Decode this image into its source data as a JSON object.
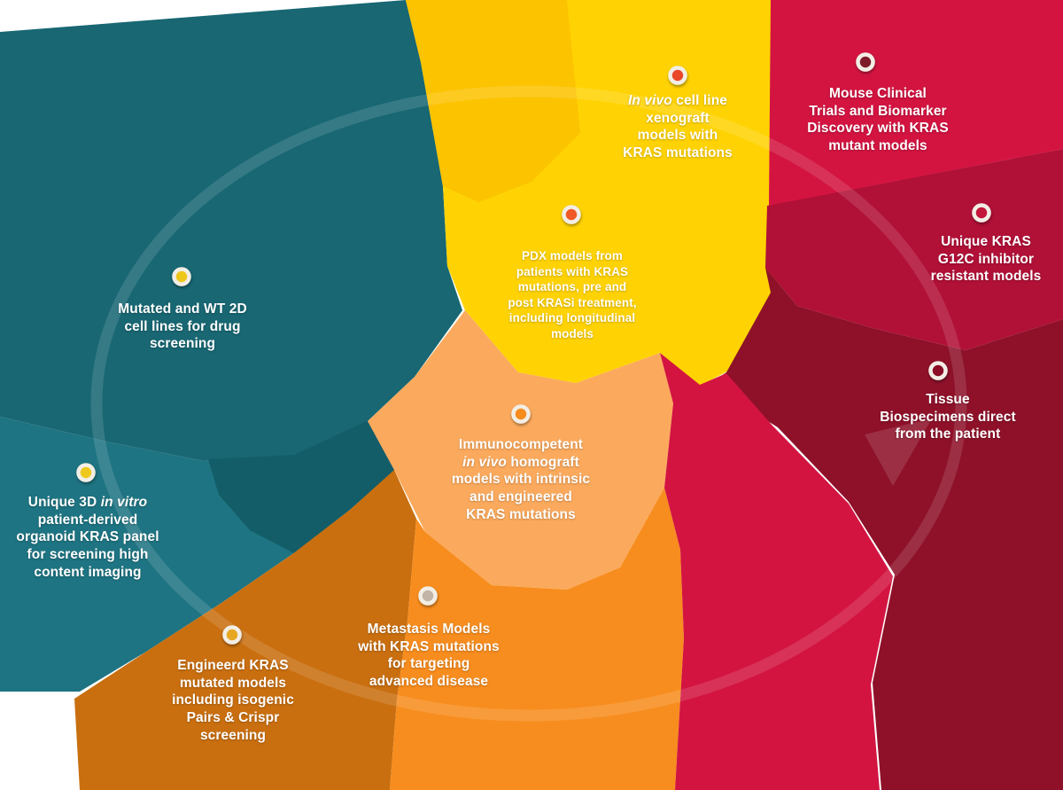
{
  "palette": {
    "teal": "#186773",
    "teal_light": "#1e7482",
    "teal_facet": "#135d69",
    "yellow": "#ffd303",
    "yellow_facet": "#fcc300",
    "peach": "#fbaa5d",
    "orange": "#f78d1e",
    "burnt_orange": "#c96f10",
    "crimson": "#d31441",
    "crimson_dark": "#b11037",
    "maroon": "#8e1129"
  },
  "arrow": {
    "color": "rgba(255,255,255,0.13)"
  },
  "items": [
    {
      "name": "in-vivo-xenograft",
      "dot_color": "#e8472b",
      "seg_pre": "",
      "seg_italic": "In vivo",
      "seg_post": " cell line\nxenograft\nmodels with\nKRAS mutations"
    },
    {
      "name": "mouse-clinical-trials",
      "dot_color": "#7e1b2a",
      "seg_pre": "Mouse Clinical\nTrials and Biomarker\nDiscovery with KRAS\nmutant models",
      "seg_italic": "",
      "seg_post": ""
    },
    {
      "name": "g12c-resistant-models",
      "dot_color": "#c31338",
      "seg_pre": "Unique KRAS\nG12C inhibitor\nresistant models",
      "seg_italic": "",
      "seg_post": ""
    },
    {
      "name": "tissue-biospecimens",
      "dot_color": "#8c1127",
      "seg_pre": "Tissue\nBiospecimens direct\nfrom the patient",
      "seg_italic": "",
      "seg_post": ""
    },
    {
      "name": "pdx-models",
      "dot_color": "#f05a28",
      "seg_pre": "PDX models from\npatients with KRAS\nmutations, pre and\npost KRASi treatment,\nincluding longitudinal\nmodels",
      "seg_italic": "",
      "seg_post": ""
    },
    {
      "name": "immunocompetent-homograft",
      "dot_color": "#f68c1e",
      "seg_pre": "Immunocompetent\n",
      "seg_italic": "in vivo",
      "seg_post": " homograft\nmodels with intrinsic\nand engineered\nKRAS mutations"
    },
    {
      "name": "2d-cell-lines",
      "dot_color": "#eec71f",
      "seg_pre": "Mutated and WT 2D\ncell lines for drug\nscreening",
      "seg_italic": "",
      "seg_post": ""
    },
    {
      "name": "3d-organoid-panel",
      "dot_color": "#eec81c",
      "seg_pre": "Unique 3D ",
      "seg_italic": "in vitro",
      "seg_post": "\npatient-derived\norganoid KRAS panel\nfor screening high\ncontent imaging"
    },
    {
      "name": "engineered-kras-models",
      "dot_color": "#e7a722",
      "seg_pre": "Engineerd KRAS\nmutated models\nincluding isogenic\nPairs & Crispr\nscreening",
      "seg_italic": "",
      "seg_post": ""
    },
    {
      "name": "metastasis-models",
      "dot_color": "#c2b4a6",
      "seg_pre": "Metastasis Models\nwith KRAS mutations\nfor targeting\nadvanced disease",
      "seg_italic": "",
      "seg_post": ""
    }
  ]
}
